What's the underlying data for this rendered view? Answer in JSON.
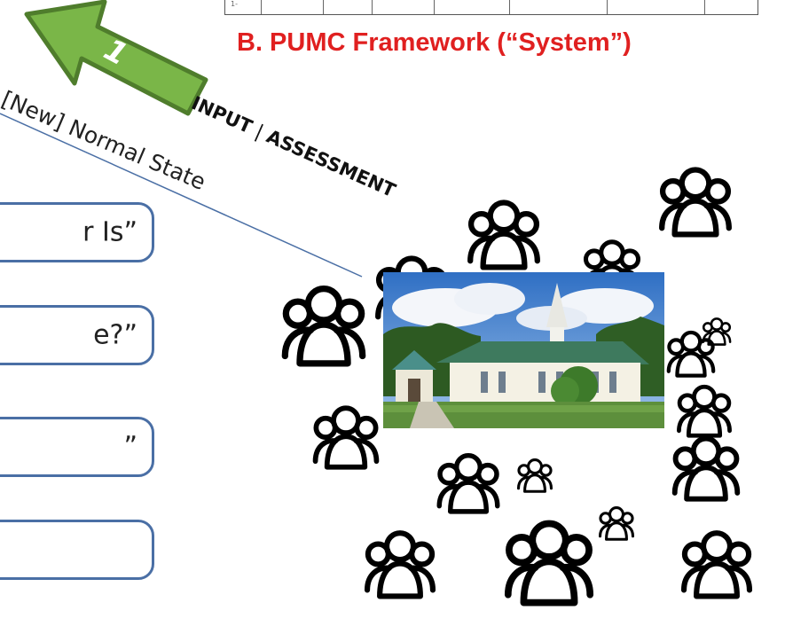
{
  "header": {
    "title": "B. PUMC Framework (“System”)",
    "grid_mark": "1-"
  },
  "arrow": {
    "number": "1",
    "fill_color": "#7ab648",
    "stroke_color": "#4f7d2c"
  },
  "diagonal": {
    "state_label": "[New] Normal State",
    "input_label": "INPUT",
    "separator": "|",
    "assessment_label": "ASSESSMENT"
  },
  "boxes": [
    {
      "text": "r Is”"
    },
    {
      "text": "e?”"
    },
    {
      "text": "”"
    },
    {
      "text": ""
    }
  ],
  "colors": {
    "title": "#e02020",
    "box_border": "#4a6fa5",
    "line": "#4a6fa5"
  },
  "icons": {
    "people": "people-group-icon",
    "photo": "church-photo"
  }
}
